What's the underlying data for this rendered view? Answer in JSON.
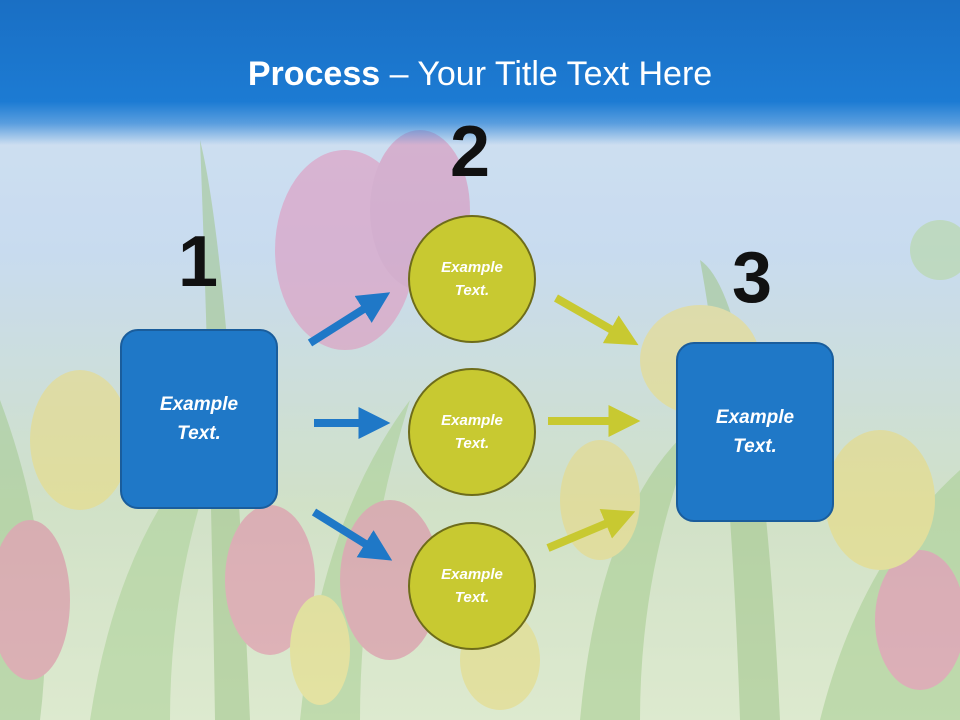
{
  "slide": {
    "title_bold": "Process",
    "title_dash": " – ",
    "title_rest": "Your Title Text Here",
    "colors": {
      "title_band": "#1c7bd3",
      "box_fill": "#1f78c7",
      "circle_fill": "#c8c931",
      "blue_arrow": "#1f78c7",
      "yellow_arrow": "#c8c931"
    }
  },
  "steps": {
    "n1": "1",
    "n2": "2",
    "n3": "3"
  },
  "left_box": {
    "line1": "Example",
    "line2": "Text."
  },
  "circles": [
    {
      "line1": "Example",
      "line2": "Text."
    },
    {
      "line1": "Example",
      "line2": "Text."
    },
    {
      "line1": "Example",
      "line2": "Text."
    }
  ],
  "right_box": {
    "line1": "Example",
    "line2": "Text."
  }
}
